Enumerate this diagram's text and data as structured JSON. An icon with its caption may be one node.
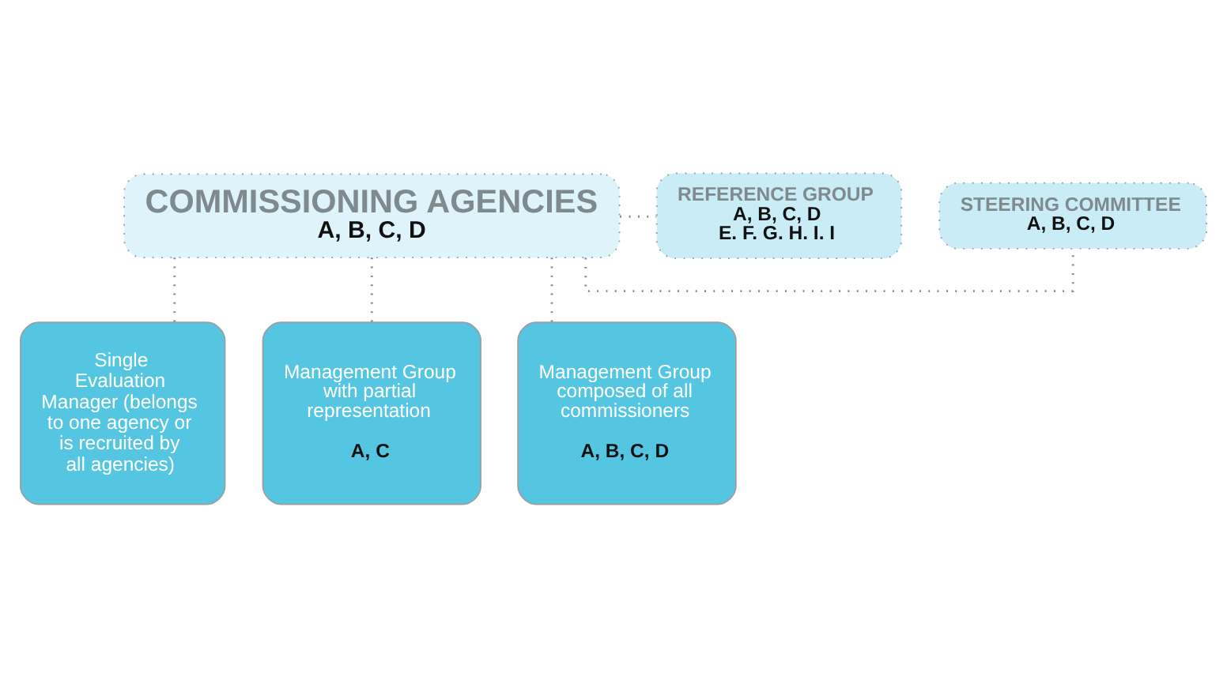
{
  "diagram": {
    "nodes": [
      {
        "text": [
          "COMMISSIONING AGENCIES",
          "A, B, C, D"
        ]
      },
      {
        "text": [
          "STEERING COMMITTEE",
          "A, B, C, D"
        ]
      },
      {
        "text": [
          "REFERENCE GROUP",
          "A, B, C, D",
          "E. F. G. H. I. I"
        ]
      },
      {
        "text": [
          "Single Evaluation Manager (belongs to one agency or is recruited by all agencies)"
        ]
      },
      {
        "text": [
          "Management Group with partial representation",
          "A, C"
        ]
      },
      {
        "text": [
          "Management Group composed of all commissioners",
          "A, B, C, D"
        ]
      }
    ],
    "edges": [
      {
        "from": 0,
        "to": 1,
        "arrow": "none",
        "style": "dashed"
      },
      {
        "from": 0,
        "to": 2,
        "arrow": "none",
        "style": "dashed"
      },
      {
        "from": 0,
        "to": 3,
        "arrow": "none",
        "style": "dashed"
      },
      {
        "from": 0,
        "to": 4,
        "arrow": "none",
        "style": "dashed"
      },
      {
        "from": 0,
        "to": 5,
        "arrow": "none",
        "style": "dashed"
      }
    ]
  }
}
